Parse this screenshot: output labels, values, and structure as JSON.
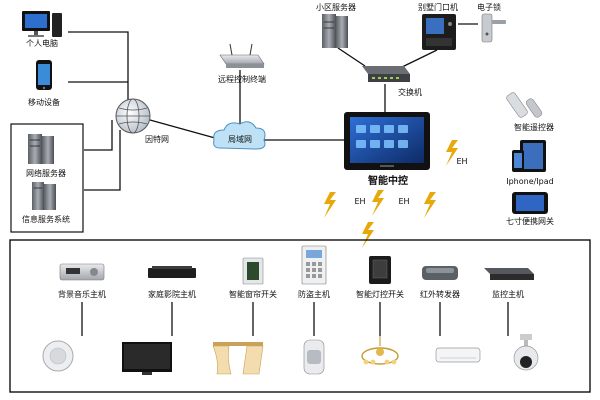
{
  "top_left": {
    "pc_label": "个人电脑",
    "mobile_label": "移动设备"
  },
  "server_group": {
    "network_server_label": "网络服务器",
    "info_system_label": "信息服务系统"
  },
  "internet_label": "因特网",
  "lan_label": "局域网",
  "remote_terminal_label": "远程控制终端",
  "community_server_label": "小区服务器",
  "villa_door_label": "别墅门口机",
  "electronic_lock_label": "电子锁",
  "switch_label": "交换机",
  "central_control_label": "智能中控",
  "remote_control_label": "智能遥控器",
  "iphone_label": "Iphone/Ipad",
  "gateway_label": "七寸便携网关",
  "eh_label": "EH",
  "bottom_devices": [
    {
      "label": "背景音乐主机"
    },
    {
      "label": "家庭影院主机"
    },
    {
      "label": "智能窗帘开关"
    },
    {
      "label": "防盗主机"
    },
    {
      "label": "智能灯控开关"
    },
    {
      "label": "红外转发器"
    },
    {
      "label": "监控主机"
    }
  ],
  "colors": {
    "wire": "#111111",
    "lightning": "#e8a70a",
    "cloud": "#bfe1f5",
    "screen": "#1a3f8c",
    "device_dark": "#2b2b2b",
    "device_silver": "#c9ccd1"
  }
}
